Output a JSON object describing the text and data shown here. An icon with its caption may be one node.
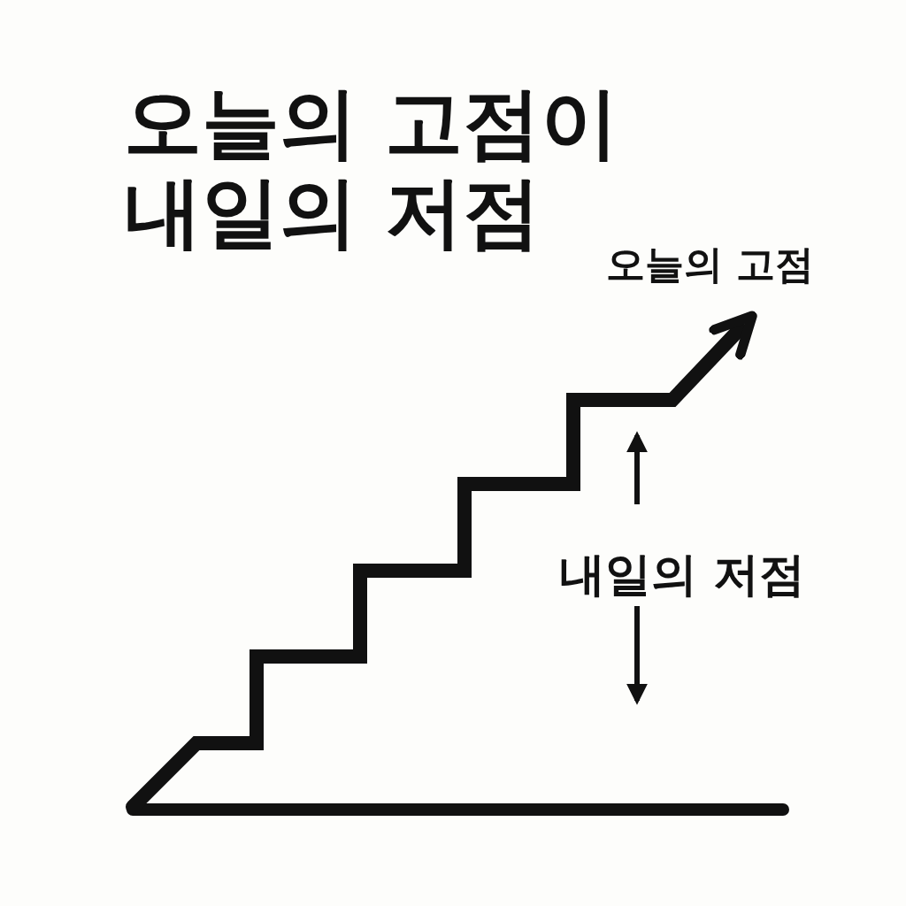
{
  "diagram": {
    "title": "오늘의 고점이 내일의 저점",
    "labels": [
      "오늘의 고점",
      "내일의 저점"
    ]
  }
}
